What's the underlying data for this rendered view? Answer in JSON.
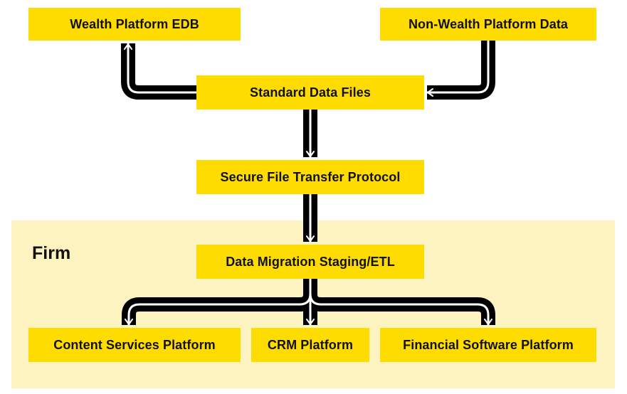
{
  "diagram": {
    "title": "Firm",
    "colors": {
      "node_fill": "#ffdc00",
      "firm_zone": "#fdf3c0",
      "connector": "#000000",
      "connector_inner": "#ffffff",
      "text": "#111111"
    },
    "nodes": {
      "wealth": "Wealth Platform EDB",
      "nonwealth": "Non-Wealth Platform Data",
      "std": "Standard Data Files",
      "sftp": "Secure File Transfer Protocol",
      "dms": "Data Migration Staging/ETL",
      "csp": "Content Services Platform",
      "crm": "CRM Platform",
      "fsp": "Financial Software Platform"
    },
    "edges": [
      {
        "from": "std",
        "to": "wealth"
      },
      {
        "from": "nonwealth",
        "to": "std"
      },
      {
        "from": "std",
        "to": "sftp"
      },
      {
        "from": "sftp",
        "to": "dms"
      },
      {
        "from": "dms",
        "to": "csp"
      },
      {
        "from": "dms",
        "to": "crm"
      },
      {
        "from": "dms",
        "to": "fsp"
      }
    ]
  }
}
